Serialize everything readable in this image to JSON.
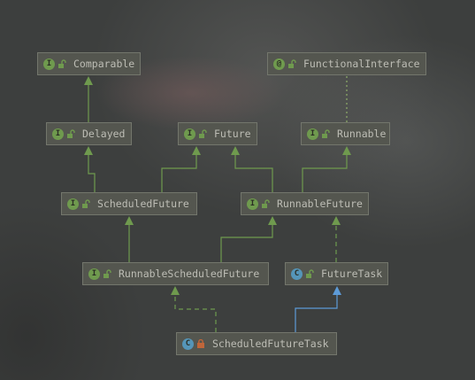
{
  "diagram": {
    "nodes": [
      {
        "id": "comparable",
        "name": "Comparable",
        "kind": "interface",
        "badge": "I",
        "access": "public"
      },
      {
        "id": "functional",
        "name": "FunctionalInterface",
        "kind": "annotation",
        "badge": "@",
        "access": "public"
      },
      {
        "id": "delayed",
        "name": "Delayed",
        "kind": "interface",
        "badge": "I",
        "access": "public"
      },
      {
        "id": "future",
        "name": "Future",
        "kind": "interface",
        "badge": "I",
        "access": "public"
      },
      {
        "id": "runnable",
        "name": "Runnable",
        "kind": "interface",
        "badge": "I",
        "access": "public"
      },
      {
        "id": "scheduledFuture",
        "name": "ScheduledFuture",
        "kind": "interface",
        "badge": "I",
        "access": "public"
      },
      {
        "id": "runnableFuture",
        "name": "RunnableFuture",
        "kind": "interface",
        "badge": "I",
        "access": "public"
      },
      {
        "id": "runnableScheduledFuture",
        "name": "RunnableScheduledFuture",
        "kind": "interface",
        "badge": "I",
        "access": "public"
      },
      {
        "id": "futureTask",
        "name": "FutureTask",
        "kind": "class",
        "badge": "C",
        "access": "public"
      },
      {
        "id": "scheduledFutureTask",
        "name": "ScheduledFutureTask",
        "kind": "class",
        "badge": "C",
        "access": "private"
      }
    ],
    "edges": [
      {
        "from": "delayed",
        "to": "comparable",
        "type": "extends"
      },
      {
        "from": "runnable",
        "to": "functional",
        "type": "annotated"
      },
      {
        "from": "scheduledFuture",
        "to": "delayed",
        "type": "extends"
      },
      {
        "from": "scheduledFuture",
        "to": "future",
        "type": "extends"
      },
      {
        "from": "runnableFuture",
        "to": "future",
        "type": "extends"
      },
      {
        "from": "runnableFuture",
        "to": "runnable",
        "type": "extends"
      },
      {
        "from": "runnableScheduledFuture",
        "to": "scheduledFuture",
        "type": "extends"
      },
      {
        "from": "runnableScheduledFuture",
        "to": "runnableFuture",
        "type": "extends"
      },
      {
        "from": "futureTask",
        "to": "runnableFuture",
        "type": "implements"
      },
      {
        "from": "scheduledFutureTask",
        "to": "runnableScheduledFuture",
        "type": "implements"
      },
      {
        "from": "scheduledFutureTask",
        "to": "futureTask",
        "type": "extends-class"
      }
    ],
    "colors": {
      "interface_edge": "#6f9a4e",
      "class_edge": "#5d9bd8",
      "annotation_edge": "#8fae6a"
    }
  }
}
